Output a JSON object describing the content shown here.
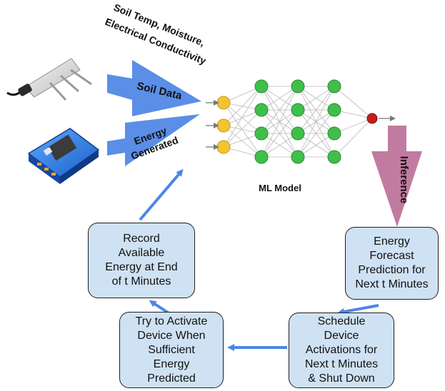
{
  "labels": {
    "sensor_caption": "Soil Temp, Moisture,\nElectrical Conductivity",
    "soil_data": "Soil Data",
    "energy_generated_1": "Energy",
    "energy_generated_2": "Generated",
    "ml_model": "ML Model",
    "inference": "Inference"
  },
  "steps": {
    "energy_forecast": "Energy\nForecast\nPrediction for\nNext t Minutes",
    "schedule": "Schedule\nDevice\nActivations for\nNext t Minutes\n& Shut Down",
    "try_activate": "Try to Activate\nDevice When\nSufficient\nEnergy\nPredicted",
    "record": "Record\nAvailable\nEnergy at End\nof t Minutes"
  },
  "network": {
    "layers": [
      3,
      4,
      4,
      4,
      1
    ]
  },
  "colors": {
    "input_node": "#f4c430",
    "hidden_node": "#3fbf4a",
    "output_node": "#c41d1d",
    "funnel": "#5b8ee6",
    "inference_arrow": "#c27ba0",
    "flow_arrow": "#4a86e8",
    "box_fill": "#cfe2f3"
  }
}
